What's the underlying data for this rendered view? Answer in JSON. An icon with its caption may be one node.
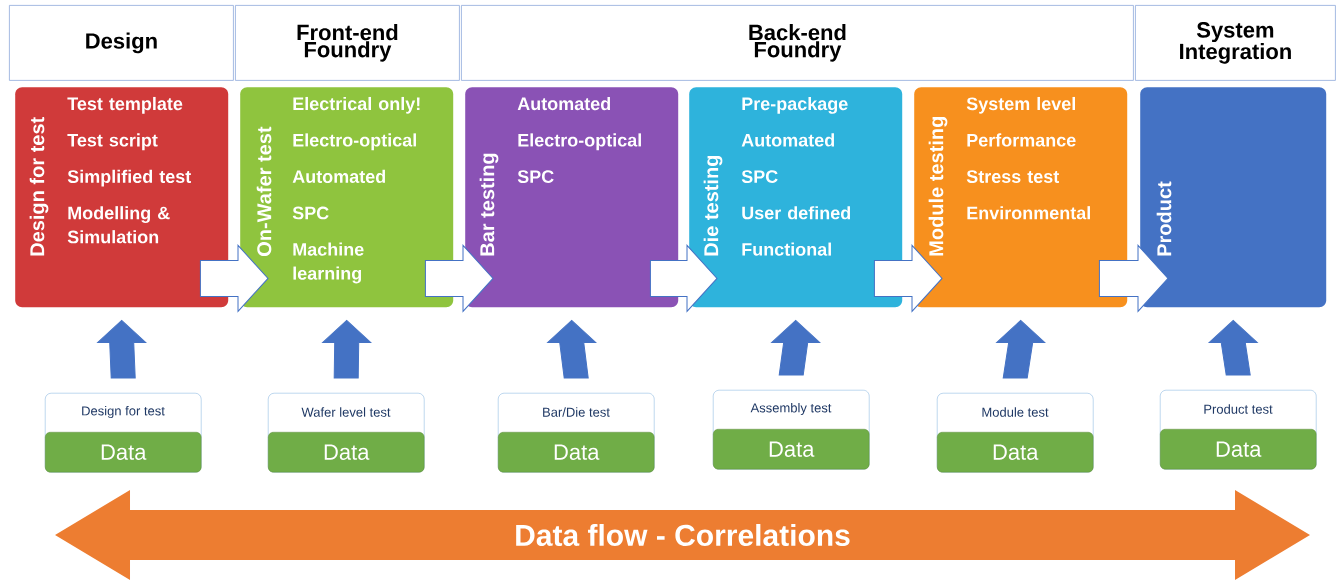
{
  "diagram": {
    "nodes": [
      {
        "text": [
          "Design"
        ]
      },
      {
        "text": [
          "Front-end Foundry"
        ]
      },
      {
        "text": [
          "Back-end Foundry"
        ]
      },
      {
        "text": [
          "System Integration"
        ]
      },
      {
        "text": [
          "Design for test",
          "Test template",
          "Test script",
          "Simplified test",
          "Modelling & Simulation"
        ]
      },
      {
        "text": [
          "On-Wafer test",
          "Electrical only!",
          "Electro-optical",
          "Automated",
          "SPC",
          "Machine learning"
        ]
      },
      {
        "text": [
          "Bar testing",
          "Automated",
          "Electro-optical",
          "SPC"
        ]
      },
      {
        "text": [
          "Die testing",
          "Pre-package",
          "Automated",
          "SPC",
          "User defined",
          "Functional"
        ]
      },
      {
        "text": [
          "Module testing",
          "System level",
          "Performance",
          "Stress test",
          "Environmental"
        ]
      },
      {
        "text": [
          "Product"
        ]
      },
      {
        "text": [
          "Design for test",
          "Data"
        ]
      },
      {
        "text": [
          "Wafer level test",
          "Data"
        ]
      },
      {
        "text": [
          "Bar/Die test",
          "Data"
        ]
      },
      {
        "text": [
          "Assembly test",
          "Data"
        ]
      },
      {
        "text": [
          "Module test",
          "Data"
        ]
      },
      {
        "text": [
          "Product test",
          "Data"
        ]
      },
      {
        "text": [
          "Data flow - Correlations"
        ]
      }
    ],
    "edges": [
      {
        "from": 4,
        "to": 5,
        "arrow": "to",
        "color": "#ffffff"
      },
      {
        "from": 5,
        "to": 6,
        "arrow": "to",
        "color": "#ffffff"
      },
      {
        "from": 6,
        "to": 7,
        "arrow": "to",
        "color": "#ffffff"
      },
      {
        "from": 7,
        "to": 8,
        "arrow": "to",
        "color": "#ffffff"
      },
      {
        "from": 8,
        "to": 9,
        "arrow": "to",
        "color": "#ffffff"
      },
      {
        "from": 10,
        "to": 4,
        "arrow": "to"
      },
      {
        "from": 11,
        "to": 5,
        "arrow": "to"
      },
      {
        "from": 12,
        "to": 6,
        "arrow": "to"
      },
      {
        "from": 13,
        "to": 7,
        "arrow": "to"
      },
      {
        "from": 14,
        "to": 8,
        "arrow": "to"
      },
      {
        "from": 15,
        "to": 9,
        "arrow": "to"
      }
    ]
  }
}
